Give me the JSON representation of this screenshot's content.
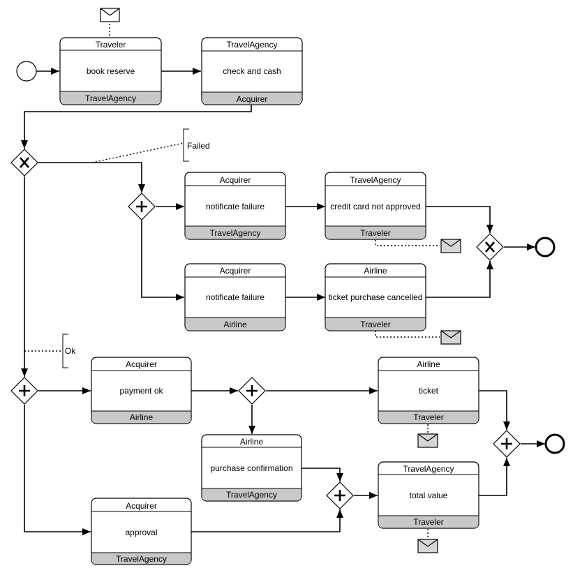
{
  "tasks": {
    "book_reserve": {
      "top": "Traveler",
      "name": "book reserve",
      "bottom": "TravelAgency"
    },
    "check_and_cash": {
      "top": "TravelAgency",
      "name": "check and cash",
      "bottom": "Acquirer"
    },
    "notificate_failure_1": {
      "top": "Acquirer",
      "name": "notificate failure",
      "bottom": "TravelAgency"
    },
    "credit_card_not_approved": {
      "top": "TravelAgency",
      "name": "credit card not approved",
      "bottom": "Traveler"
    },
    "notificate_failure_2": {
      "top": "Acquirer",
      "name": "notificate failure",
      "bottom": "Airline"
    },
    "ticket_purchase_cancelled": {
      "top": "Airline",
      "name": "ticket purchase cancelled",
      "bottom": "Traveler"
    },
    "payment_ok": {
      "top": "Acquirer",
      "name": "payment ok",
      "bottom": "Airline"
    },
    "ticket": {
      "top": "Airline",
      "name": "ticket",
      "bottom": "Traveler"
    },
    "purchase_confirmation": {
      "top": "Airline",
      "name": "purchase confirmation",
      "bottom": "TravelAgency"
    },
    "total_value": {
      "top": "TravelAgency",
      "name": "total value",
      "bottom": "Traveler"
    },
    "approval": {
      "top": "Acquirer",
      "name": "approval",
      "bottom": "TravelAgency"
    }
  },
  "annotations": {
    "failed": "Failed",
    "ok": "Ok"
  },
  "gateways": {
    "decision": "exclusive",
    "failure_split": "parallel",
    "failure_merge": "exclusive",
    "ok_split": "parallel",
    "ticket_split": "parallel",
    "final_join": "parallel",
    "value_join": "parallel"
  },
  "icons": {
    "message": "envelope-icon",
    "start": "start-event-icon",
    "end": "end-event-icon"
  }
}
